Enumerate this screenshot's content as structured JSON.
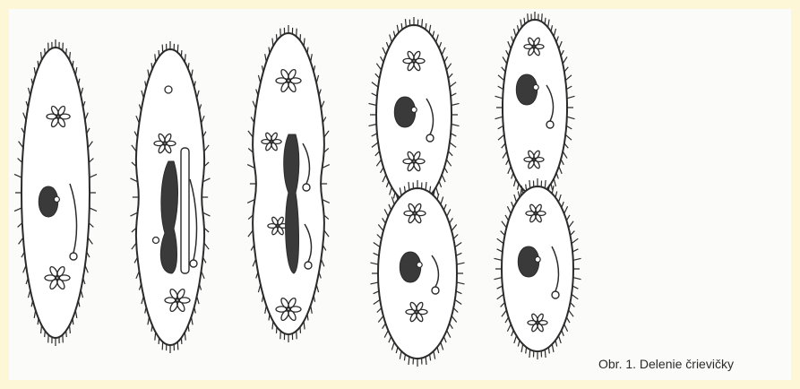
{
  "figure": {
    "caption": "Obr. 1. Delenie črievičky",
    "stages": [
      {
        "id": "stage-1"
      },
      {
        "id": "stage-2"
      },
      {
        "id": "stage-3"
      },
      {
        "id": "stage-4"
      },
      {
        "id": "stage-5"
      }
    ]
  },
  "colors": {
    "frame": "#fdf7d8",
    "paper": "#fbfbf9",
    "ink": "#2b2b2b",
    "nucleus": "#3a3a3a"
  }
}
